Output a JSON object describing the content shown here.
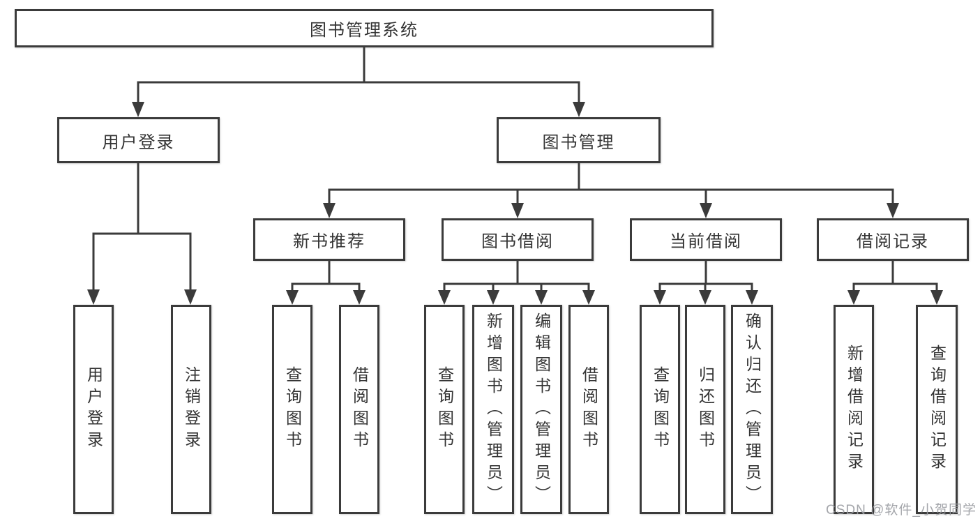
{
  "colors": {
    "line": "#3b3b3b",
    "box_border": "#3b3b3b",
    "box_fill": "#ffffff",
    "text": "#333333",
    "watermark": "#9a9ca1"
  },
  "tree": {
    "label": "图书管理系统",
    "children": [
      {
        "label": "用户登录",
        "children": [
          {
            "label": "用户登录"
          },
          {
            "label": "注销登录"
          }
        ]
      },
      {
        "label": "图书管理",
        "children": [
          {
            "label": "新书推荐",
            "children": [
              {
                "label": "查询图书"
              },
              {
                "label": "借阅图书"
              }
            ]
          },
          {
            "label": "图书借阅",
            "children": [
              {
                "label": "查询图书"
              },
              {
                "label": "新增图书（管理员）"
              },
              {
                "label": "编辑图书（管理员）"
              },
              {
                "label": "借阅图书"
              }
            ]
          },
          {
            "label": "当前借阅",
            "children": [
              {
                "label": "查询图书"
              },
              {
                "label": "归还图书"
              },
              {
                "label": "确认归还（管理员）"
              }
            ]
          },
          {
            "label": "借阅记录",
            "children": [
              {
                "label": "新增借阅记录"
              },
              {
                "label": "查询借阅记录"
              }
            ]
          }
        ]
      }
    ]
  },
  "watermark": "CSDN @软件_小贺同学"
}
